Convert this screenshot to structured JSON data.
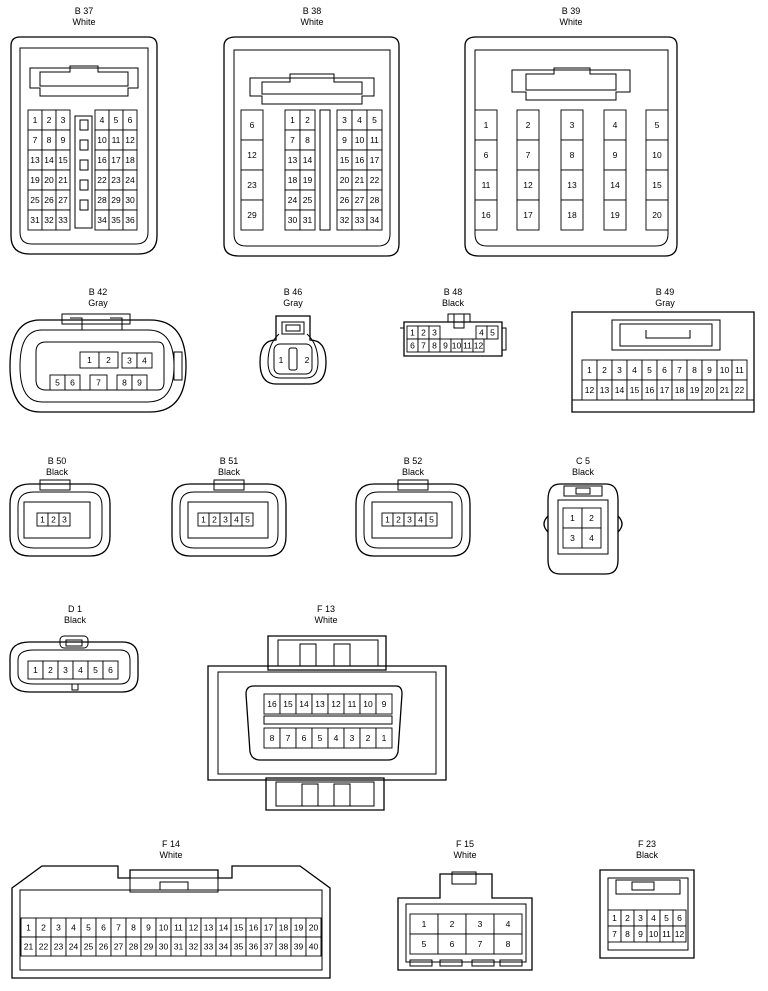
{
  "connectors": [
    {
      "code": "B 37",
      "color": "White",
      "pins": [
        [
          "1",
          "2",
          "3"
        ],
        [
          "7",
          "8",
          "9"
        ],
        [
          "13",
          "14",
          "15"
        ],
        [
          "19",
          "20",
          "21"
        ],
        [
          "25",
          "26",
          "27"
        ],
        [
          "31",
          "32",
          "33"
        ],
        [
          "4",
          "5",
          "6"
        ],
        [
          "10",
          "11",
          "12"
        ],
        [
          "16",
          "17",
          "18"
        ],
        [
          "22",
          "23",
          "24"
        ],
        [
          "28",
          "29",
          "30"
        ],
        [
          "34",
          "35",
          "36"
        ]
      ]
    },
    {
      "code": "B 38",
      "color": "White",
      "pins": [
        [
          "6",
          "12",
          "23",
          "29"
        ],
        [
          "1",
          "2"
        ],
        [
          "7",
          "8"
        ],
        [
          "13",
          "14"
        ],
        [
          "18",
          "19"
        ],
        [
          "24",
          "25"
        ],
        [
          "30",
          "31"
        ],
        [
          "3",
          "4",
          "5"
        ],
        [
          "9",
          "10",
          "11"
        ],
        [
          "15",
          "16",
          "17"
        ],
        [
          "20",
          "21",
          "22"
        ],
        [
          "26",
          "27",
          "28"
        ],
        [
          "32",
          "33",
          "34"
        ]
      ]
    },
    {
      "code": "B 39",
      "color": "White",
      "pins": [
        [
          "1",
          "6",
          "11",
          "16"
        ],
        [
          "2",
          "7",
          "12",
          "17"
        ],
        [
          "3",
          "8",
          "13",
          "18"
        ],
        [
          "4",
          "9",
          "14",
          "19"
        ],
        [
          "5",
          "10",
          "15",
          "20"
        ]
      ]
    },
    {
      "code": "B 42",
      "color": "Gray",
      "pins": [
        [
          "1",
          "2",
          "3",
          "4"
        ],
        [
          "5",
          "6",
          "7",
          "8",
          "9"
        ]
      ]
    },
    {
      "code": "B 46",
      "color": "Gray",
      "pins": [
        [
          "1",
          "2"
        ]
      ]
    },
    {
      "code": "B 48",
      "color": "Black",
      "pins": [
        [
          "1",
          "2",
          "3",
          "4",
          "5"
        ],
        [
          "6",
          "7",
          "8",
          "9",
          "10",
          "11",
          "12"
        ]
      ]
    },
    {
      "code": "B 49",
      "color": "Gray",
      "pins": [
        [
          "1",
          "2",
          "3",
          "4",
          "5",
          "6",
          "7",
          "8",
          "9",
          "10",
          "11"
        ],
        [
          "12",
          "13",
          "14",
          "15",
          "16",
          "17",
          "18",
          "19",
          "20",
          "21",
          "22"
        ]
      ]
    },
    {
      "code": "B 50",
      "color": "Black",
      "pins": [
        [
          "1",
          "2",
          "3"
        ]
      ]
    },
    {
      "code": "B 51",
      "color": "Black",
      "pins": [
        [
          "1",
          "2",
          "3",
          "4",
          "5"
        ]
      ]
    },
    {
      "code": "B 52",
      "color": "Black",
      "pins": [
        [
          "1",
          "2",
          "3",
          "4",
          "5"
        ]
      ]
    },
    {
      "code": "C 5",
      "color": "Black",
      "pins": [
        [
          "1",
          "2"
        ],
        [
          "3",
          "4"
        ]
      ]
    },
    {
      "code": "D 1",
      "color": "Black",
      "pins": [
        [
          "1",
          "2",
          "3",
          "4",
          "5",
          "6"
        ]
      ]
    },
    {
      "code": "F 13",
      "color": "White",
      "pins": [
        [
          "16",
          "15",
          "14",
          "13",
          "12",
          "11",
          "10",
          "9"
        ],
        [
          "8",
          "7",
          "6",
          "5",
          "4",
          "3",
          "2",
          "1"
        ]
      ]
    },
    {
      "code": "F 14",
      "color": "White",
      "pins": [
        [
          "1",
          "2",
          "3",
          "4",
          "5",
          "6",
          "7",
          "8",
          "9",
          "10",
          "11",
          "12",
          "13",
          "14",
          "15",
          "16",
          "17",
          "18",
          "19",
          "20"
        ],
        [
          "21",
          "22",
          "23",
          "24",
          "25",
          "26",
          "27",
          "28",
          "29",
          "30",
          "31",
          "32",
          "33",
          "34",
          "35",
          "36",
          "37",
          "38",
          "39",
          "40"
        ]
      ]
    },
    {
      "code": "F 15",
      "color": "White",
      "pins": [
        [
          "1",
          "2",
          "3",
          "4"
        ],
        [
          "5",
          "6",
          "7",
          "8"
        ]
      ]
    },
    {
      "code": "F 23",
      "color": "Black",
      "pins": [
        [
          "1",
          "2",
          "3",
          "4",
          "5",
          "6"
        ],
        [
          "7",
          "8",
          "9",
          "10",
          "11",
          "12"
        ]
      ]
    }
  ]
}
